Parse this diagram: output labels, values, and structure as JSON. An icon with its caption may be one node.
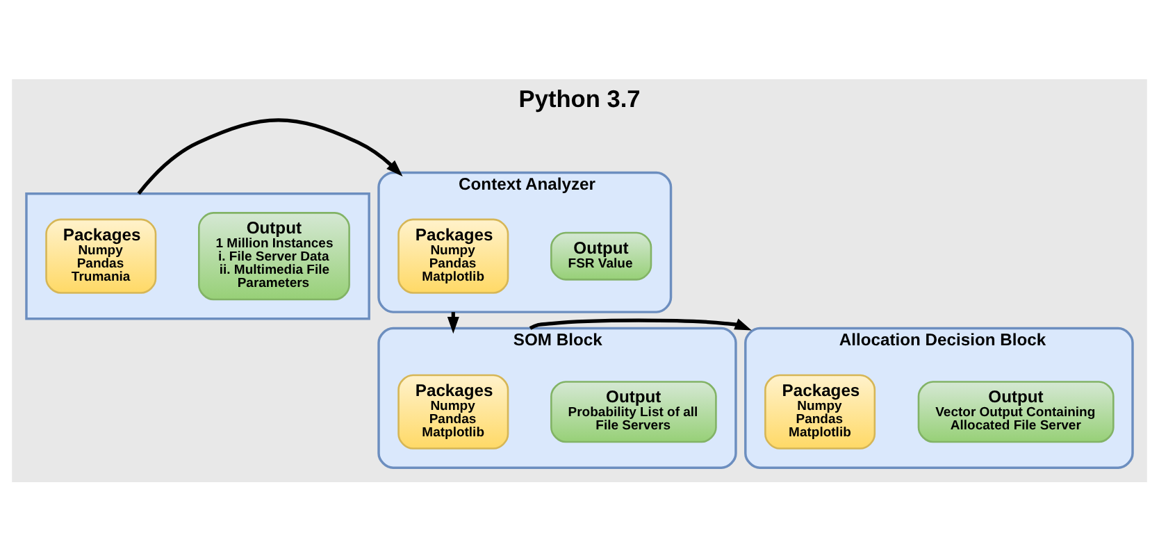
{
  "diagram": {
    "title": "Python 3.7",
    "nodes": [
      {
        "text": [],
        "shape": "box"
      },
      {
        "text": [
          "Packages",
          "Numpy",
          "Pandas",
          "Trumania"
        ],
        "in": 0
      },
      {
        "text": [
          "Output",
          "1 Million Instances",
          "i. File Server Data",
          "ii. Multimedia File Parameters"
        ],
        "in": 0
      },
      {
        "text": [
          "Context Analyzer"
        ]
      },
      {
        "text": [
          "Packages",
          "Numpy",
          "Pandas",
          "Matplotlib"
        ],
        "in": 3
      },
      {
        "text": [
          "Output",
          "FSR Value"
        ],
        "in": 3
      },
      {
        "text": [
          "SOM Block"
        ]
      },
      {
        "text": [
          "Packages",
          "Numpy",
          "Pandas",
          "Matplotlib"
        ],
        "in": 6
      },
      {
        "text": [
          "Output",
          "Probability List of all File Servers"
        ],
        "in": 6
      },
      {
        "text": [
          "Allocation Decision Block"
        ]
      },
      {
        "text": [
          "Packages",
          "Numpy",
          "Pandas",
          "Matplotlib"
        ],
        "in": 9
      },
      {
        "text": [
          "Output",
          "Vector Output Containing Allocated File Server"
        ],
        "in": 9
      }
    ],
    "edges": [
      {
        "from": 0,
        "to": 3,
        "arrow": "to"
      },
      {
        "from": 3,
        "to": 6,
        "arrow": "to"
      },
      {
        "from": 6,
        "to": 9,
        "arrow": "to"
      }
    ]
  }
}
